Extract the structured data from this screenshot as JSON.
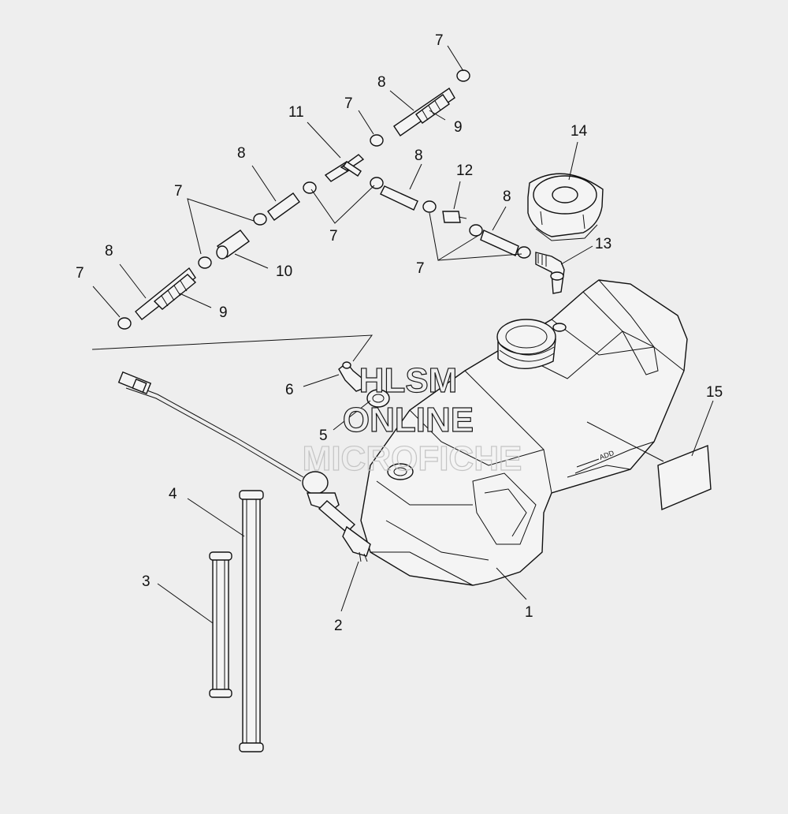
{
  "watermark": {
    "line1": "HLSM",
    "line2": "ONLINE",
    "line3": "MICROFICHE"
  },
  "tank_marking": "ADD",
  "callouts": {
    "c1": "1",
    "c2": "2",
    "c3": "3",
    "c4": "4",
    "c5": "5",
    "c6": "6",
    "c7a": "7",
    "c7b": "7",
    "c7c": "7",
    "c7d": "7",
    "c7e": "7",
    "c7f": "7",
    "c8a": "8",
    "c8b": "8",
    "c8c": "8",
    "c8d": "8",
    "c9a": "9",
    "c9b": "9",
    "c10": "10",
    "c11": "11",
    "c12": "12",
    "c13": "13",
    "c14": "14",
    "c15": "15"
  },
  "colors": {
    "background": "#eeeeee",
    "line": "#111111",
    "watermark": "#bdbdbd"
  }
}
